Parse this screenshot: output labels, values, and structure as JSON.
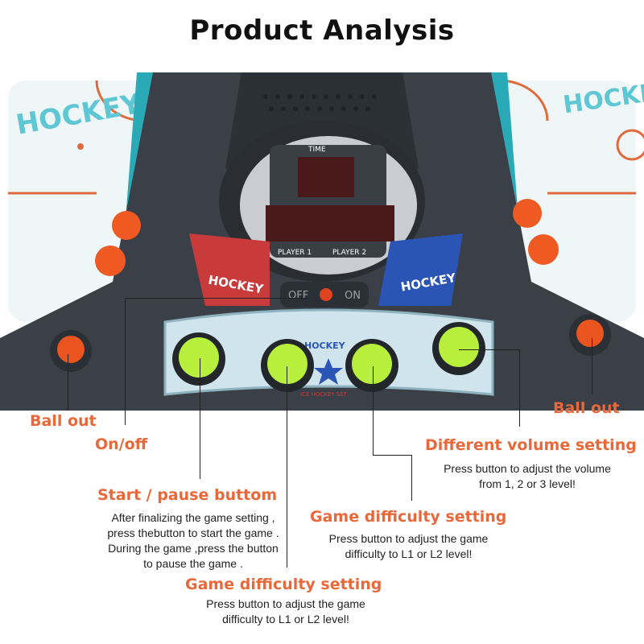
{
  "title": "Product Analysis",
  "board": {
    "hockey_text_left": "HOCKEY",
    "hockey_text_right": "HOCKEY",
    "time_label": "TIME",
    "player1": "PLAYER 1",
    "player2": "PLAYER 2",
    "off": "OFF",
    "on": "ON",
    "panel_hockey": "HOCKEY",
    "panel_set": "ICE HOCKEY SET"
  },
  "callouts": {
    "ball_out_left": "Ball out",
    "ball_out_right": "Ball out",
    "on_off": "On/off",
    "volume_title": "Different volume setting",
    "volume_desc_1": "Press button to adjust the volume",
    "volume_desc_2": "from 1, 2 or 3 level!",
    "start_title": "Start / pause buttom",
    "start_desc_1": "After finalizing the game setting ,",
    "start_desc_2": "press thebutton to start the game .",
    "start_desc_3": "During the game ,press the button",
    "start_desc_4": "to pause the game .",
    "difficulty1_title": "Game difficulty setting",
    "difficulty1_desc_1": "Press button to adjust the game",
    "difficulty1_desc_2": "difficulty to L1 or L2 level!",
    "difficulty2_title": "Game difficulty setting",
    "difficulty2_desc_1": "Press button to adjust the game",
    "difficulty2_desc_2": "difficulty to L1 or L2 level!"
  },
  "colors": {
    "accent_orange": "#e9683a",
    "button_green": "#b8ee3c",
    "ball_orange": "#ee5a22",
    "body_dark": "#3b4048",
    "teal": "#29b7c2"
  }
}
